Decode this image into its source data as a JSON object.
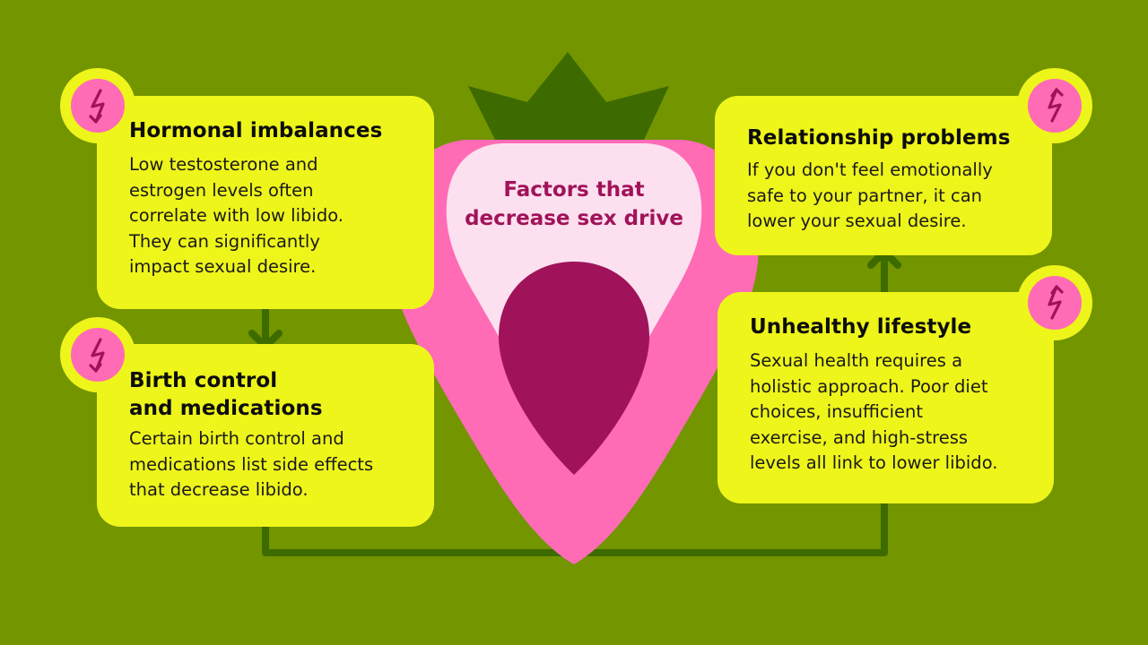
{
  "title": {
    "line1": "Factors that",
    "line2": "decrease sex drive"
  },
  "cards": {
    "hormonal": {
      "heading": "Hormonal imbalances",
      "body": [
        "Low testosterone and",
        "estrogen levels often",
        "correlate with low libido.",
        "They can significantly",
        "impact sexual desire."
      ]
    },
    "birth_control": {
      "heading": [
        "Birth control",
        "and medications"
      ],
      "body": [
        "Certain birth control and",
        "medications list side effects",
        "that decrease libido."
      ]
    },
    "relationship": {
      "heading": "Relationship problems",
      "body": [
        "If you don't feel emotionally",
        "safe to your partner, it can",
        "lower your sexual desire."
      ]
    },
    "lifestyle": {
      "heading": "Unhealthy lifestyle",
      "body": [
        "Sexual health requires a",
        "holistic approach. Poor diet",
        "choices, insufficient",
        "exercise, and high-stress",
        "levels all link to lower libido."
      ]
    }
  },
  "icons": {
    "badge": "lightning-bolt-icon",
    "connector": "arrow-icon"
  },
  "colors": {
    "background": "#729500",
    "card": "#eef51a",
    "strawberry": "#ff6bb5",
    "strawberry_inner": "#fde0ef",
    "seed": "#a0135a",
    "leaves": "#3d6b00",
    "connector": "#3d6b00",
    "title": "#a0135a"
  }
}
